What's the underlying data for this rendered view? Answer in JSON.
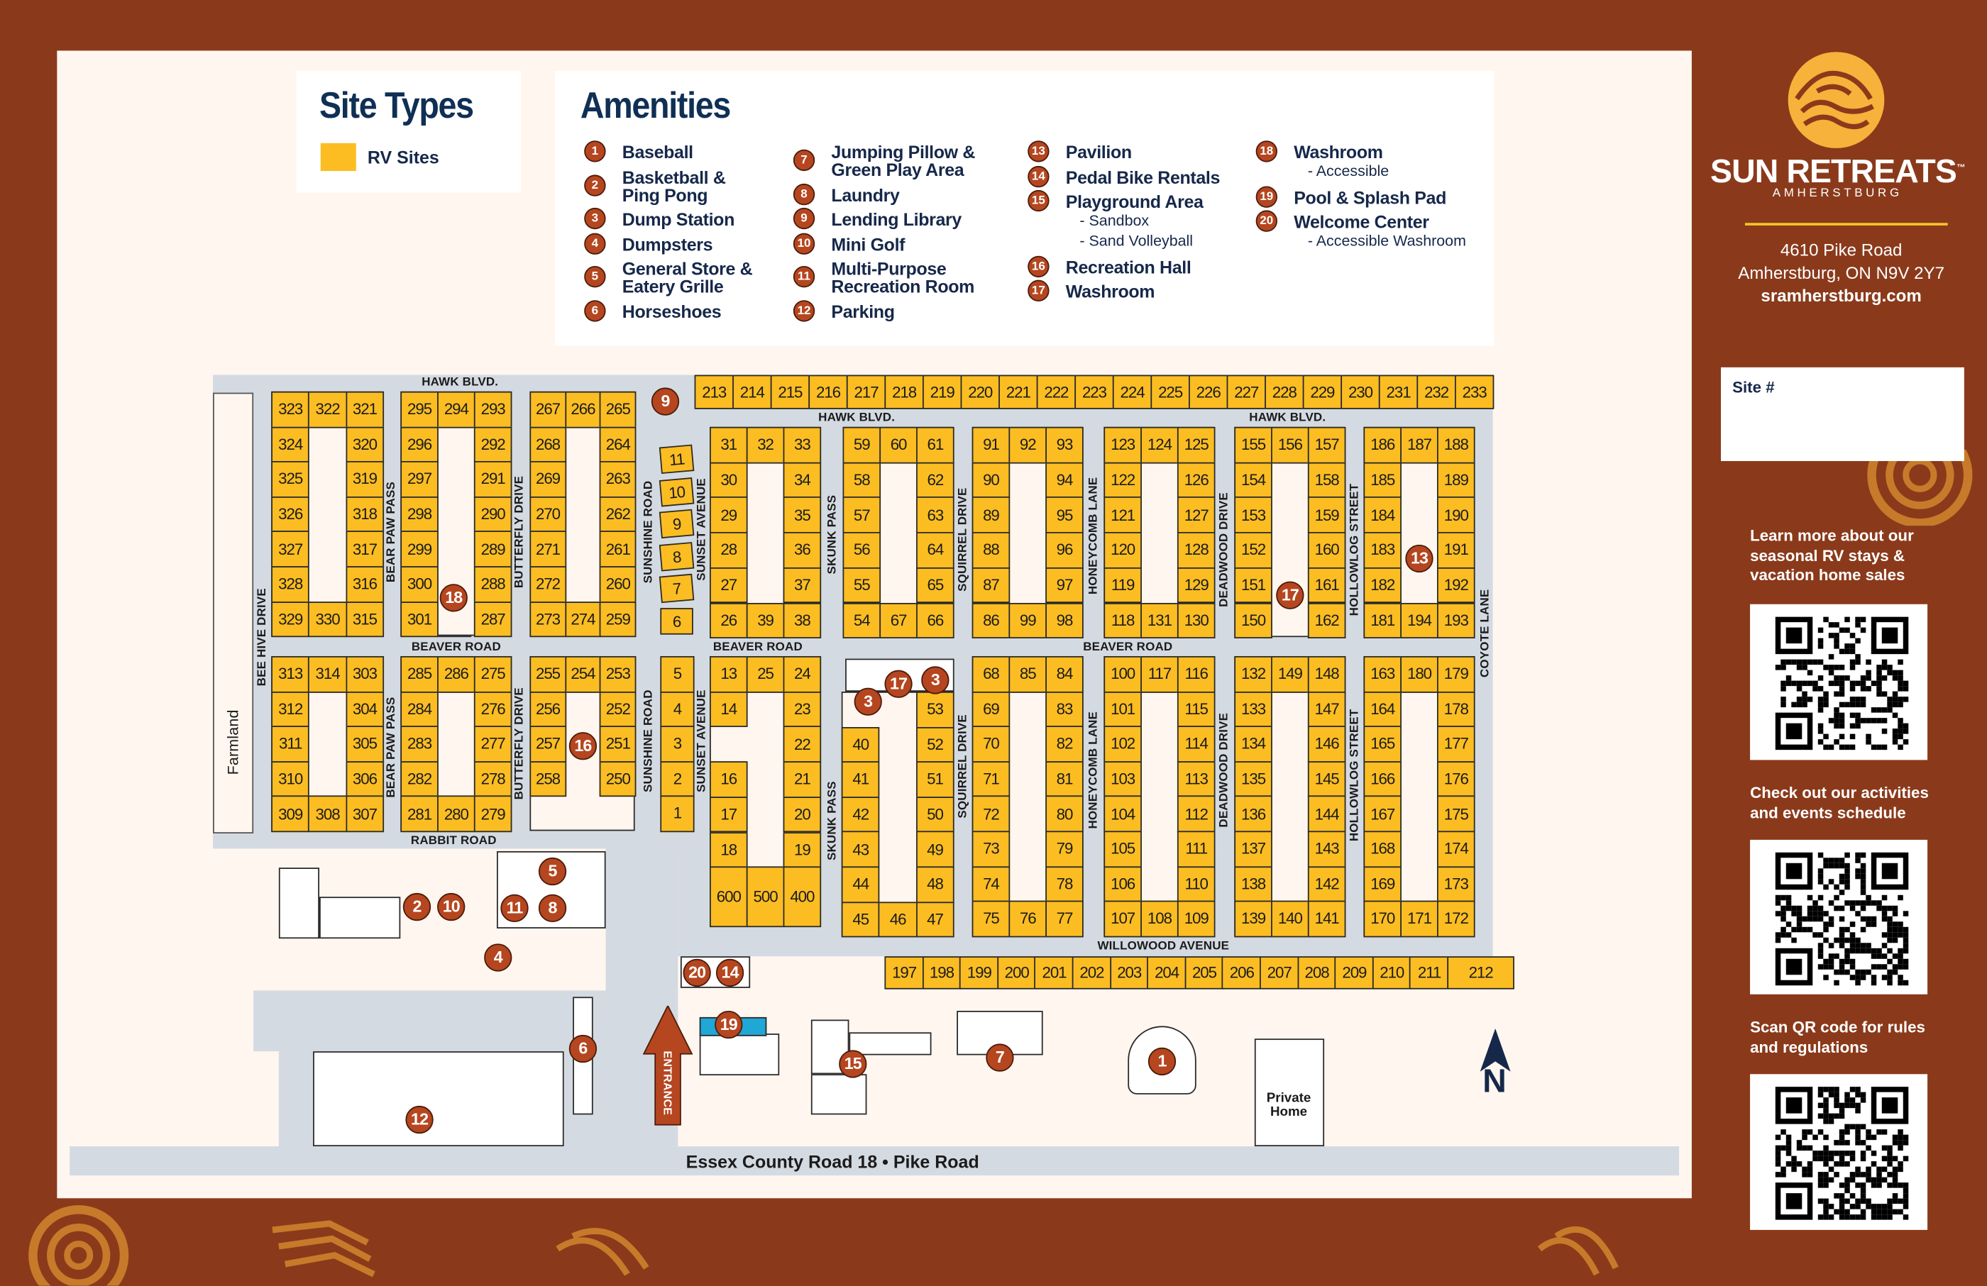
{
  "site_types": {
    "title": "Site Types",
    "items": [
      {
        "label": "RV Sites",
        "color": "#fbbd22"
      }
    ]
  },
  "amenities": {
    "title": "Amenities",
    "items": [
      {
        "num": "1",
        "label": "Baseball"
      },
      {
        "num": "2",
        "label": "Basketball &\nPing Pong"
      },
      {
        "num": "3",
        "label": "Dump Station"
      },
      {
        "num": "4",
        "label": "Dumpsters"
      },
      {
        "num": "5",
        "label": "General Store &\nEatery Grille"
      },
      {
        "num": "6",
        "label": "Horseshoes"
      },
      {
        "num": "7",
        "label": "Jumping Pillow &\nGreen Play Area"
      },
      {
        "num": "8",
        "label": "Laundry"
      },
      {
        "num": "9",
        "label": "Lending Library"
      },
      {
        "num": "10",
        "label": "Mini Golf"
      },
      {
        "num": "11",
        "label": "Multi-Purpose\nRecreation Room"
      },
      {
        "num": "12",
        "label": "Parking"
      },
      {
        "num": "13",
        "label": "Pavilion"
      },
      {
        "num": "14",
        "label": "Pedal Bike Rentals"
      },
      {
        "num": "15",
        "label": "Playground Area",
        "sub": [
          "- Sandbox",
          "- Sand Volleyball"
        ]
      },
      {
        "num": "16",
        "label": "Recreation Hall"
      },
      {
        "num": "17",
        "label": "Washroom"
      },
      {
        "num": "18",
        "label": "Washroom",
        "sub": [
          "- Accessible"
        ]
      },
      {
        "num": "19",
        "label": "Pool & Splash Pad"
      },
      {
        "num": "20",
        "label": "Welcome Center",
        "sub": [
          "- Accessible Washroom"
        ]
      }
    ]
  },
  "brand": {
    "name": "SUN RETREATS",
    "trademark": "™",
    "location": "AMHERSTBURG",
    "address_line1": "4610 Pike Road",
    "address_line2": "Amherstburg, ON N9V 2Y7",
    "website": "sramherstburg.com",
    "accent": "#f6b23a",
    "background": "#8a3a1b"
  },
  "site_form": {
    "label": "Site #",
    "value": ""
  },
  "promos": [
    {
      "text": "Learn more about our seasonal RV stays & vacation home sales"
    },
    {
      "text": "Check out our activities and events schedule"
    },
    {
      "text": "Scan QR code for rules and regulations"
    }
  ],
  "map": {
    "site_blocks": [
      {
        "rows": [
          [
            323,
            322,
            321
          ],
          [
            324,
            null,
            320
          ],
          [
            325,
            null,
            319
          ],
          [
            326,
            null,
            318
          ],
          [
            327,
            null,
            317
          ],
          [
            328,
            null,
            316
          ],
          [
            329,
            330,
            315
          ]
        ]
      },
      {
        "rows": [
          [
            295,
            294,
            293
          ],
          [
            296,
            null,
            292
          ],
          [
            297,
            null,
            291
          ],
          [
            298,
            null,
            290
          ],
          [
            299,
            null,
            289
          ],
          [
            300,
            null,
            288
          ],
          [
            301,
            null,
            287
          ]
        ]
      },
      {
        "rows": [
          [
            267,
            266,
            265
          ],
          [
            268,
            null,
            264
          ],
          [
            269,
            null,
            263
          ],
          [
            270,
            null,
            262
          ],
          [
            271,
            null,
            261
          ],
          [
            272,
            null,
            260
          ],
          [
            273,
            274,
            259
          ]
        ]
      },
      {
        "rows": [
          [
            313,
            314,
            303
          ],
          [
            312,
            null,
            304
          ],
          [
            311,
            null,
            305
          ],
          [
            310,
            null,
            306
          ],
          [
            309,
            308,
            307
          ]
        ]
      },
      {
        "rows": [
          [
            285,
            286,
            275
          ],
          [
            284,
            null,
            276
          ],
          [
            283,
            null,
            277
          ],
          [
            282,
            null,
            278
          ],
          [
            281,
            280,
            279
          ]
        ]
      },
      {
        "rows": [
          [
            255,
            254,
            253
          ],
          [
            256,
            null,
            252
          ],
          [
            257,
            null,
            251
          ],
          [
            258,
            null,
            250
          ],
          [
            null,
            null,
            null
          ]
        ]
      },
      {
        "rows": [
          [
            31,
            32,
            33
          ],
          [
            30,
            null,
            34
          ],
          [
            29,
            null,
            35
          ],
          [
            28,
            null,
            36
          ],
          [
            27,
            null,
            37
          ],
          [
            26,
            39,
            38
          ]
        ]
      },
      {
        "rows": [
          [
            59,
            60,
            61
          ],
          [
            58,
            null,
            62
          ],
          [
            57,
            null,
            63
          ],
          [
            56,
            null,
            64
          ],
          [
            55,
            null,
            65
          ],
          [
            54,
            67,
            66
          ]
        ]
      },
      {
        "rows": [
          [
            91,
            92,
            93
          ],
          [
            90,
            null,
            94
          ],
          [
            89,
            null,
            95
          ],
          [
            88,
            null,
            96
          ],
          [
            87,
            null,
            97
          ],
          [
            86,
            99,
            98
          ]
        ]
      },
      {
        "rows": [
          [
            123,
            124,
            125
          ],
          [
            122,
            null,
            126
          ],
          [
            121,
            null,
            127
          ],
          [
            120,
            null,
            128
          ],
          [
            119,
            null,
            129
          ],
          [
            118,
            131,
            130
          ]
        ]
      },
      {
        "rows": [
          [
            155,
            156,
            157
          ],
          [
            154,
            null,
            158
          ],
          [
            153,
            null,
            159
          ],
          [
            152,
            null,
            160
          ],
          [
            151,
            null,
            161
          ],
          [
            150,
            null,
            162
          ]
        ]
      },
      {
        "rows": [
          [
            186,
            187,
            188
          ],
          [
            185,
            null,
            189
          ],
          [
            184,
            null,
            190
          ],
          [
            183,
            null,
            191
          ],
          [
            182,
            null,
            192
          ],
          [
            181,
            194,
            193
          ]
        ]
      },
      {
        "rows": [
          [
            13,
            25,
            24
          ],
          [
            14,
            null,
            23
          ],
          [
            null,
            null,
            22
          ],
          [
            16,
            null,
            21
          ],
          [
            17,
            null,
            20
          ],
          [
            18,
            null,
            19
          ],
          [
            600,
            500,
            400
          ]
        ]
      },
      {
        "rows": [
          [
            null,
            null,
            53
          ],
          [
            40,
            null,
            52
          ],
          [
            41,
            null,
            51
          ],
          [
            42,
            null,
            50
          ],
          [
            43,
            null,
            49
          ],
          [
            44,
            null,
            48
          ],
          [
            45,
            46,
            47
          ]
        ]
      },
      {
        "rows": [
          [
            68,
            85,
            84
          ],
          [
            69,
            null,
            83
          ],
          [
            70,
            null,
            82
          ],
          [
            71,
            null,
            81
          ],
          [
            72,
            null,
            80
          ],
          [
            73,
            null,
            79
          ],
          [
            74,
            null,
            78
          ],
          [
            75,
            76,
            77
          ]
        ]
      },
      {
        "rows": [
          [
            100,
            117,
            116
          ],
          [
            101,
            null,
            115
          ],
          [
            102,
            null,
            114
          ],
          [
            103,
            null,
            113
          ],
          [
            104,
            null,
            112
          ],
          [
            105,
            null,
            111
          ],
          [
            106,
            null,
            110
          ],
          [
            107,
            108,
            109
          ]
        ]
      },
      {
        "rows": [
          [
            132,
            149,
            148
          ],
          [
            133,
            null,
            147
          ],
          [
            134,
            null,
            146
          ],
          [
            135,
            null,
            145
          ],
          [
            136,
            null,
            144
          ],
          [
            137,
            null,
            143
          ],
          [
            138,
            null,
            142
          ],
          [
            139,
            140,
            141
          ]
        ]
      },
      {
        "rows": [
          [
            163,
            180,
            179
          ],
          [
            164,
            null,
            178
          ],
          [
            165,
            null,
            177
          ],
          [
            166,
            null,
            176
          ],
          [
            167,
            null,
            175
          ],
          [
            168,
            null,
            174
          ],
          [
            169,
            null,
            173
          ],
          [
            170,
            171,
            172
          ]
        ]
      }
    ],
    "site_rows": [
      [
        213,
        214,
        215,
        216,
        217,
        218,
        219,
        220,
        221,
        222,
        223,
        224,
        225,
        226,
        227,
        228,
        229,
        230,
        231,
        232,
        233
      ],
      [
        197,
        198,
        199,
        200,
        201,
        202,
        203,
        204,
        205,
        206,
        207,
        208,
        209,
        210,
        211,
        212
      ],
      [
        11,
        10,
        9,
        8,
        7,
        6
      ],
      [
        5,
        4,
        3,
        2,
        1
      ]
    ],
    "streets": [
      "HAWK BLVD.",
      "HAWK BLVD.",
      "HAWK BLVD.",
      "BEAVER ROAD",
      "BEAVER ROAD",
      "BEAVER ROAD",
      "RABBIT ROAD",
      "WILLOWOOD AVENUE",
      "BEE HIVE DRIVE",
      "BEAR PAW PASS",
      "BEAR PAW PASS",
      "BUTTERFLY DRIVE",
      "BUTTERFLY DRIVE",
      "SUNSHINE ROAD",
      "SUNSHINE ROAD",
      "SUNSET AVENUE",
      "SUNSET AVENUE",
      "SKUNK PASS",
      "SKUNK PASS",
      "SQUIRREL DRIVE",
      "SQUIRREL DRIVE",
      "HONEYCOMB LANE",
      "HONEYCOMB LANE",
      "DEADWOOD DRIVE",
      "DEADWOOD DRIVE",
      "HOLLOWLOG STREET",
      "HOLLOWLOG STREET",
      "COYOTE LANE"
    ],
    "markers": [
      "9",
      "18",
      "16",
      "17",
      "3",
      "3",
      "17",
      "13",
      "5",
      "2",
      "10",
      "11",
      "8",
      "4",
      "20",
      "14",
      "19",
      "6",
      "15",
      "7",
      "1",
      "12"
    ],
    "labels": {
      "farmland": "Farmland",
      "entrance": "ENTRANCE",
      "main_road": "Essex County Road 18 • Pike Road",
      "private_home": "Private\nHome",
      "north": "N"
    },
    "colors": {
      "site": "#fbbd22",
      "road": "#d4dae2",
      "marker": "#b5461f",
      "pool": "#1fa7d6"
    }
  }
}
